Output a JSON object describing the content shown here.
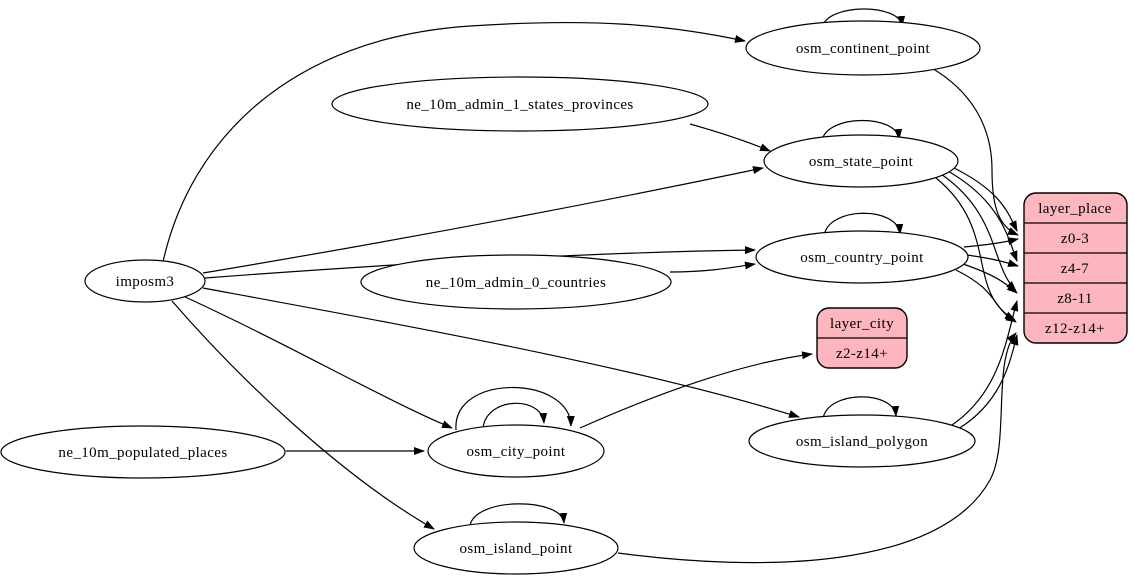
{
  "diagram": {
    "kind": "etl-dependency-graph",
    "colors": {
      "background": "#ffffff",
      "record_fill": "#fdb6be",
      "node_fill": "#ffffff",
      "edge": "#000000"
    },
    "nodes": {
      "imposm3": {
        "label": "imposm3",
        "shape": "ellipse"
      },
      "ne_10m_admin_1_states_provinces": {
        "label": "ne_10m_admin_1_states_provinces",
        "shape": "ellipse"
      },
      "ne_10m_admin_0_countries": {
        "label": "ne_10m_admin_0_countries",
        "shape": "ellipse"
      },
      "ne_10m_populated_places": {
        "label": "ne_10m_populated_places",
        "shape": "ellipse"
      },
      "osm_continent_point": {
        "label": "osm_continent_point",
        "shape": "ellipse"
      },
      "osm_state_point": {
        "label": "osm_state_point",
        "shape": "ellipse"
      },
      "osm_country_point": {
        "label": "osm_country_point",
        "shape": "ellipse"
      },
      "osm_city_point": {
        "label": "osm_city_point",
        "shape": "ellipse"
      },
      "osm_island_polygon": {
        "label": "osm_island_polygon",
        "shape": "ellipse"
      },
      "osm_island_point": {
        "label": "osm_island_point",
        "shape": "ellipse"
      },
      "layer_city": {
        "label": "layer_city",
        "shape": "record",
        "rows": [
          "z2-z14+"
        ]
      },
      "layer_place": {
        "label": "layer_place",
        "shape": "record",
        "rows": [
          "z0-3",
          "z4-7",
          "z8-11",
          "z12-z14+"
        ]
      }
    },
    "edges": [
      {
        "from": "imposm3",
        "to": "osm_continent_point"
      },
      {
        "from": "imposm3",
        "to": "osm_state_point"
      },
      {
        "from": "imposm3",
        "to": "osm_country_point"
      },
      {
        "from": "imposm3",
        "to": "osm_city_point"
      },
      {
        "from": "imposm3",
        "to": "osm_island_polygon"
      },
      {
        "from": "imposm3",
        "to": "osm_island_point"
      },
      {
        "from": "ne_10m_admin_1_states_provinces",
        "to": "osm_state_point"
      },
      {
        "from": "ne_10m_admin_0_countries",
        "to": "osm_country_point"
      },
      {
        "from": "ne_10m_populated_places",
        "to": "osm_city_point"
      },
      {
        "from": "osm_continent_point",
        "to": "osm_continent_point",
        "self_loop": true
      },
      {
        "from": "osm_state_point",
        "to": "osm_state_point",
        "self_loop": true
      },
      {
        "from": "osm_country_point",
        "to": "osm_country_point",
        "self_loop": true
      },
      {
        "from": "osm_city_point",
        "to": "osm_city_point",
        "self_loop": true
      },
      {
        "from": "osm_city_point",
        "to": "osm_city_point",
        "self_loop": true
      },
      {
        "from": "osm_island_polygon",
        "to": "osm_island_polygon",
        "self_loop": true
      },
      {
        "from": "osm_island_point",
        "to": "osm_island_point",
        "self_loop": true
      },
      {
        "from": "osm_continent_point",
        "to": "layer_place",
        "port": "z0-3"
      },
      {
        "from": "osm_state_point",
        "to": "layer_place",
        "port": "z0-3"
      },
      {
        "from": "osm_state_point",
        "to": "layer_place",
        "port": "z4-7"
      },
      {
        "from": "osm_state_point",
        "to": "layer_place",
        "port": "z8-11"
      },
      {
        "from": "osm_state_point",
        "to": "layer_place",
        "port": "z12-z14+"
      },
      {
        "from": "osm_country_point",
        "to": "layer_place",
        "port": "z0-3"
      },
      {
        "from": "osm_country_point",
        "to": "layer_place",
        "port": "z4-7"
      },
      {
        "from": "osm_country_point",
        "to": "layer_place",
        "port": "z8-11"
      },
      {
        "from": "osm_country_point",
        "to": "layer_place",
        "port": "z12-z14+"
      },
      {
        "from": "osm_island_polygon",
        "to": "layer_place",
        "port": "z8-11"
      },
      {
        "from": "osm_island_polygon",
        "to": "layer_place",
        "port": "z12-z14+"
      },
      {
        "from": "osm_island_point",
        "to": "layer_place",
        "port": "z12-z14+"
      },
      {
        "from": "osm_city_point",
        "to": "layer_city",
        "port": "z2-z14+"
      }
    ]
  }
}
